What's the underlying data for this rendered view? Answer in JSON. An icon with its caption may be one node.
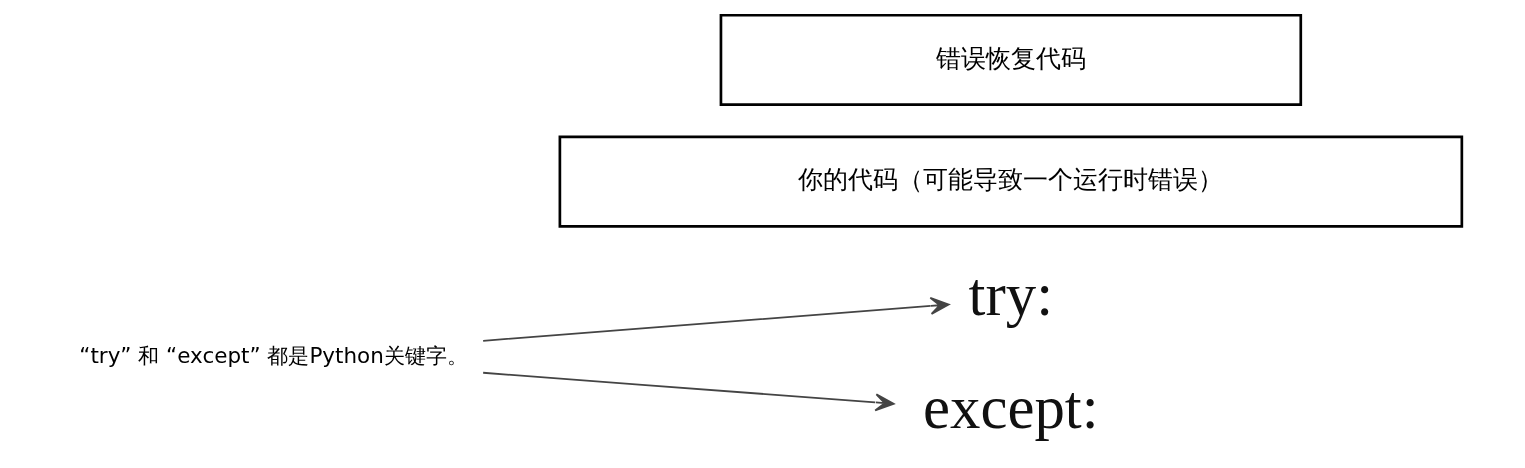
{
  "diagram": {
    "nodes": [
      {
        "text": [
          "“try” 和 “except” 都是Python关键字。"
        ]
      },
      {
        "text": [
          "try:"
        ]
      },
      {
        "text": [
          "你的代码（可能导致一个运行时错误）"
        ]
      },
      {
        "text": [
          "except:"
        ]
      },
      {
        "text": [
          "错误恢复代码"
        ]
      }
    ],
    "edges": [
      {
        "from": 0,
        "to": 1,
        "arrow": "to"
      },
      {
        "from": 0,
        "to": 3,
        "arrow": "to"
      }
    ]
  }
}
